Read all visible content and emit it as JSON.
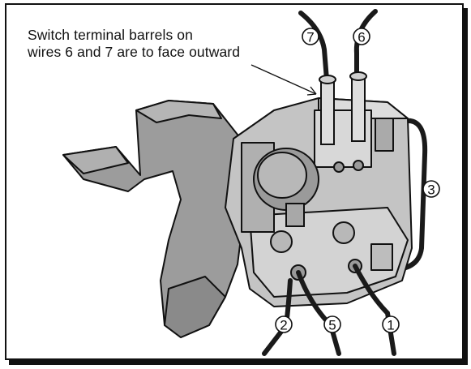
{
  "caption": {
    "line1": "Switch terminal barrels on",
    "line2": "wires 6 and 7 are to face outward"
  },
  "wire_labels": {
    "w1": "1",
    "w2": "2",
    "w3": "3",
    "w5": "5",
    "w6": "6",
    "w7": "7"
  },
  "colors": {
    "trigger": "#9c9c9c",
    "housing": "#bfbfbf",
    "wire": "#1a1a1a",
    "outline": "#111111"
  }
}
